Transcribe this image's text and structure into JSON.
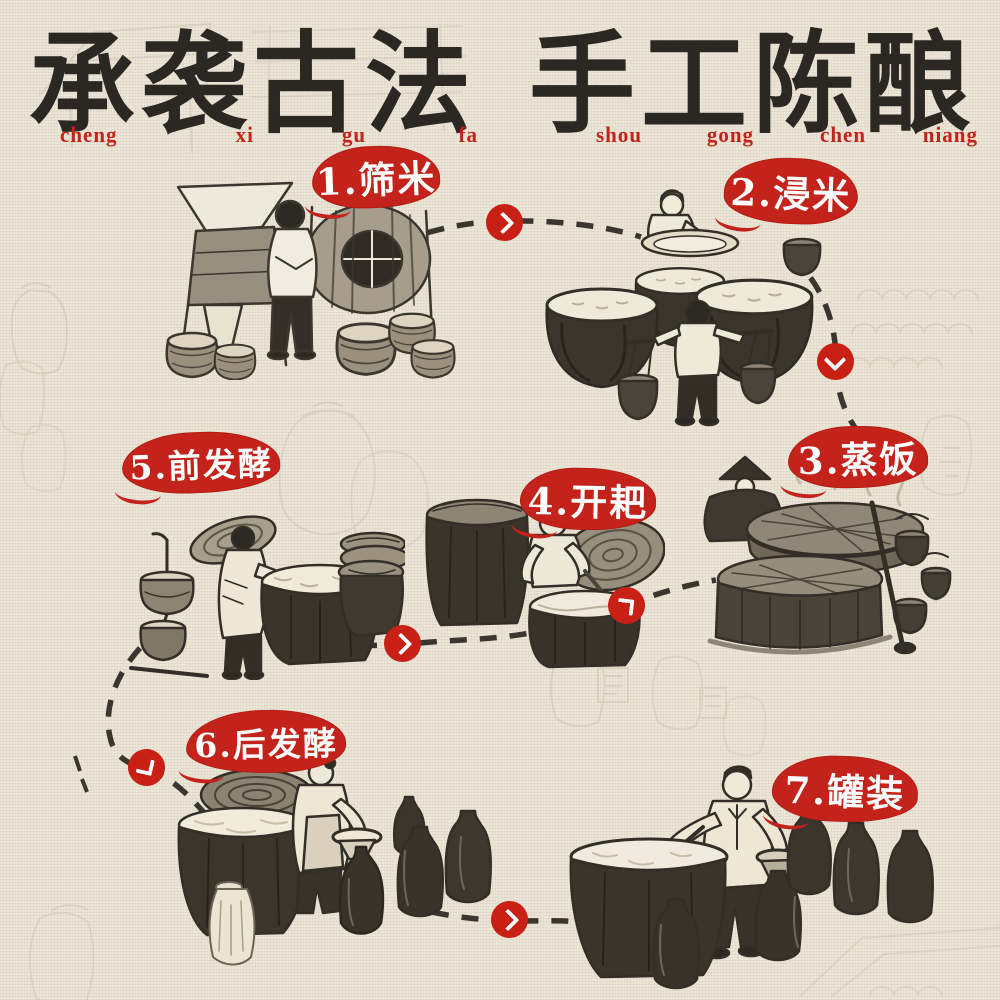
{
  "poster": {
    "title_text": "承袭古法 手工陈酿",
    "background_color": "#ece6d8",
    "accent_red": "#c3231a",
    "ink_color": "#2b2723"
  },
  "title": {
    "characters": [
      {
        "char": "承",
        "pinyin": "cheng"
      },
      {
        "char": "袭",
        "pinyin": "xi"
      },
      {
        "char": "古",
        "pinyin": "gu"
      },
      {
        "char": "法",
        "pinyin": "fa"
      },
      {
        "char": "手",
        "pinyin": "shou"
      },
      {
        "char": "工",
        "pinyin": "gong"
      },
      {
        "char": "陈",
        "pinyin": "chen"
      },
      {
        "char": "酿",
        "pinyin": "niang"
      }
    ]
  },
  "steps": [
    {
      "number": "1",
      "name": "筛米",
      "label": "1.筛米"
    },
    {
      "number": "2",
      "name": "浸米",
      "label": "2.浸米"
    },
    {
      "number": "3",
      "name": "蒸饭",
      "label": "3.蒸饭"
    },
    {
      "number": "4",
      "name": "开耙",
      "label": "4.开耙"
    },
    {
      "number": "5",
      "name": "前发酵",
      "label": "5.前发酵"
    },
    {
      "number": "6",
      "name": "后发酵",
      "label": "6.后发酵"
    },
    {
      "number": "7",
      "name": "罐装",
      "label": "7.罐装"
    }
  ]
}
